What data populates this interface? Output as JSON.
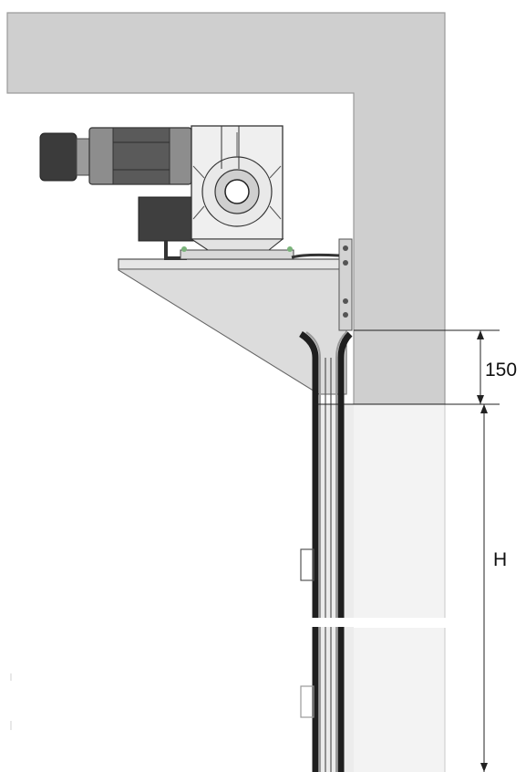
{
  "dimensions": {
    "top_offset": "150",
    "opening_height": "H"
  },
  "colors": {
    "wall": "#cfcfcf",
    "opening": "#f3f3f3",
    "outline": "#333333",
    "motor_body": "#8d8d8d",
    "motor_dark": "#3b3b3b",
    "guide_rail": "#2b2b2b",
    "background": "#ffffff"
  },
  "components": {
    "motor": "motor-icon",
    "gearbox": "gearbox-icon",
    "bracket": "bracket-icon",
    "guide_rails": "guide-rail-icon",
    "wall_lintel": "wall-lintel",
    "side_wall": "side-wall"
  }
}
